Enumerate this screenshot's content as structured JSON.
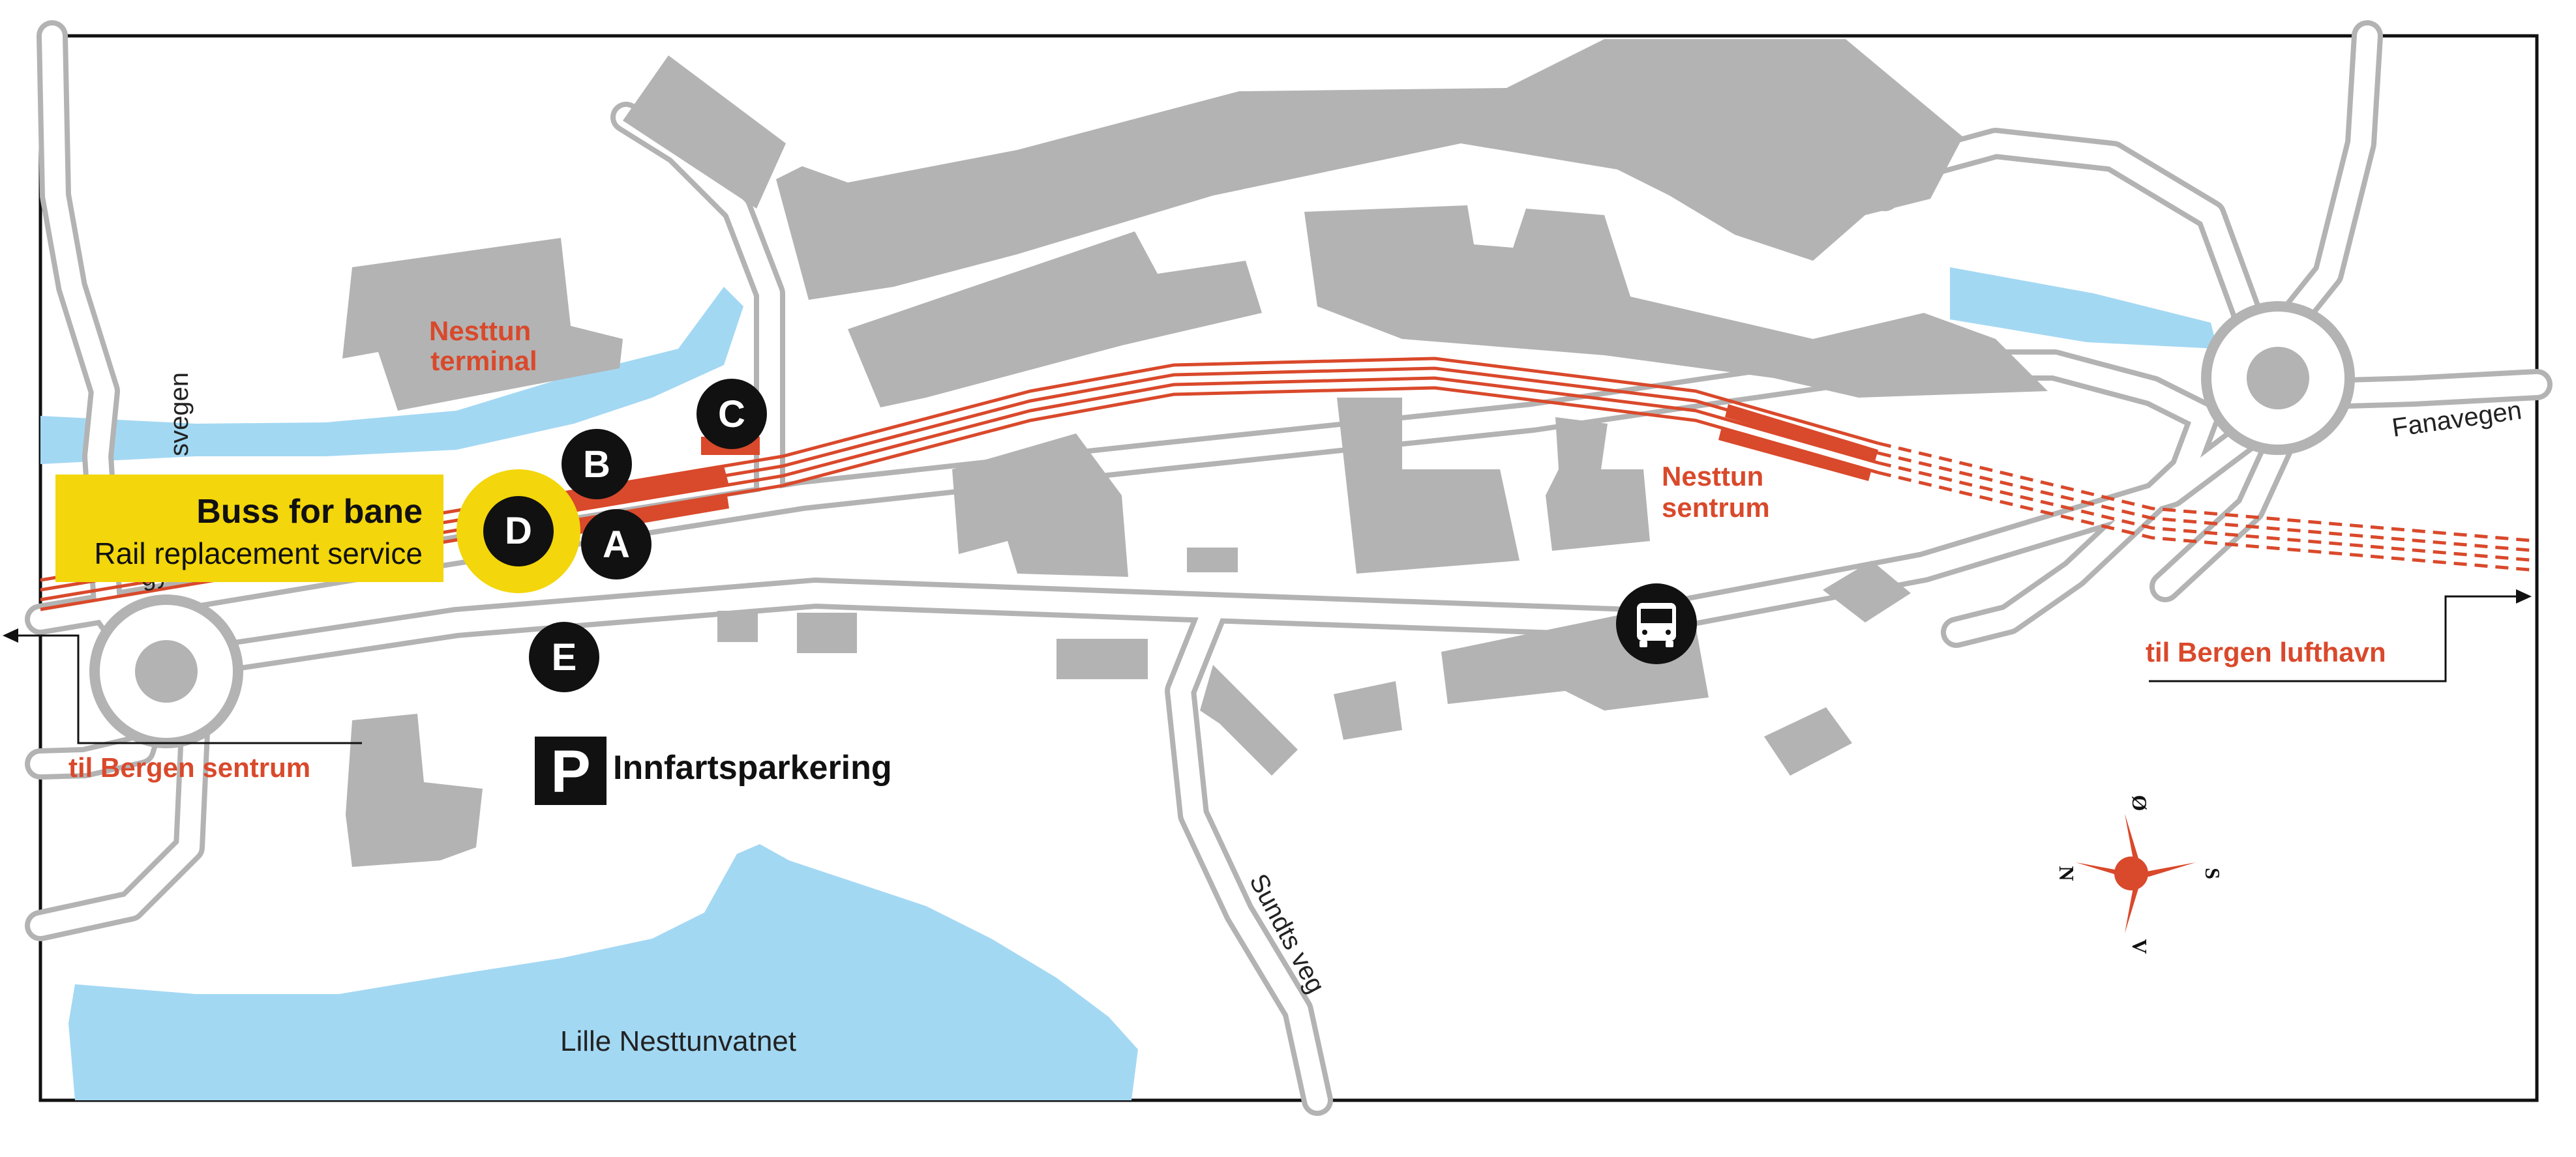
{
  "colors": {
    "building": "#b3b3b3",
    "road": "#b3b3b3",
    "water": "#a3d8f3",
    "rail": "#d9492b",
    "accent_red": "#d9492b",
    "yellow": "#f3d60b",
    "black": "#111111"
  },
  "labels": {
    "terminal_line1": "Nesttun",
    "terminal_line2": "terminal",
    "sentrum_line1": "Nesttun",
    "sentrum_line2": "sentrum",
    "fanavegen": "Fanavegen",
    "sundts_veg": "Sundts veg",
    "left_road": "svegen",
    "left_road_fragment": "gy",
    "lake": "Lille Nesttunvatnet",
    "to_city": "til Bergen sentrum",
    "to_airport": "til Bergen lufthavn",
    "parking": "Innfartsparkering",
    "parking_symbol": "P"
  },
  "callout": {
    "title": "Buss for bane",
    "subtitle": "Rail replacement  service",
    "stop_letter": "D"
  },
  "stops": [
    {
      "letter": "A"
    },
    {
      "letter": "B"
    },
    {
      "letter": "C"
    },
    {
      "letter": "E"
    }
  ],
  "compass": {
    "north": "N",
    "east": "Ø",
    "south": "S",
    "west": "V"
  },
  "icons": {
    "bus": "bus-icon",
    "arrow_left": "arrow-left-icon",
    "arrow_right": "arrow-right-icon",
    "compass": "compass-icon"
  }
}
